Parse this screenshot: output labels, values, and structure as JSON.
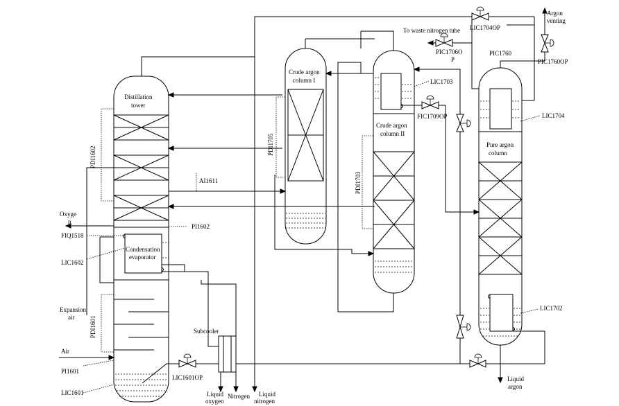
{
  "labels": {
    "distillation_tower": [
      "Distillation",
      "tower"
    ],
    "crude_argon_1": [
      "Crude argon",
      "column I"
    ],
    "crude_argon_2": [
      "Crude argon",
      "column II"
    ],
    "pure_argon": [
      "Pure argon",
      "column"
    ],
    "condensation_evaporator": [
      "Condensation",
      "evaporator"
    ],
    "subcooler": "Subcooler",
    "oxygen": [
      "Oxyge",
      "n"
    ],
    "expansion_air": [
      "Expansion",
      "air"
    ],
    "air": "Air",
    "liquid_oxygen": [
      "Liquid",
      "oxygen"
    ],
    "nitrogen": "Nitrogen",
    "liquid_nitrogen": [
      "Liquid",
      "nitrogen"
    ],
    "liquid_argon": [
      "Liquid",
      "argon"
    ],
    "argon_venting": [
      "Argon",
      "venting"
    ],
    "waste_nitrogen": "To waste nitrogen tube"
  },
  "instruments": {
    "PDI1602": "PDI1602",
    "FIQ1518": "FIQ1518",
    "LIC1602": "LIC1602",
    "PDI1601": "PDI1601",
    "PI1601": "PI1601",
    "LIC1601": "LIC1601",
    "PI1602": "PI1602",
    "AI1611": "AI1611",
    "PDI1705": "PDI1705",
    "PDI1703": "PDI1703",
    "LIC1601OP": "LIC1601OP",
    "LIC1703": "LIC1703",
    "FIC1709OP": "FIC1709OP",
    "LIC1704OP": "LIC1704OP",
    "PIC1706OP": [
      "PIC1706O",
      "P"
    ],
    "PIC1760": "PIC1760",
    "PIC1760OP": "PIC1760OP",
    "LIC1704": "LIC1704",
    "LIC1702": "LIC1702"
  }
}
